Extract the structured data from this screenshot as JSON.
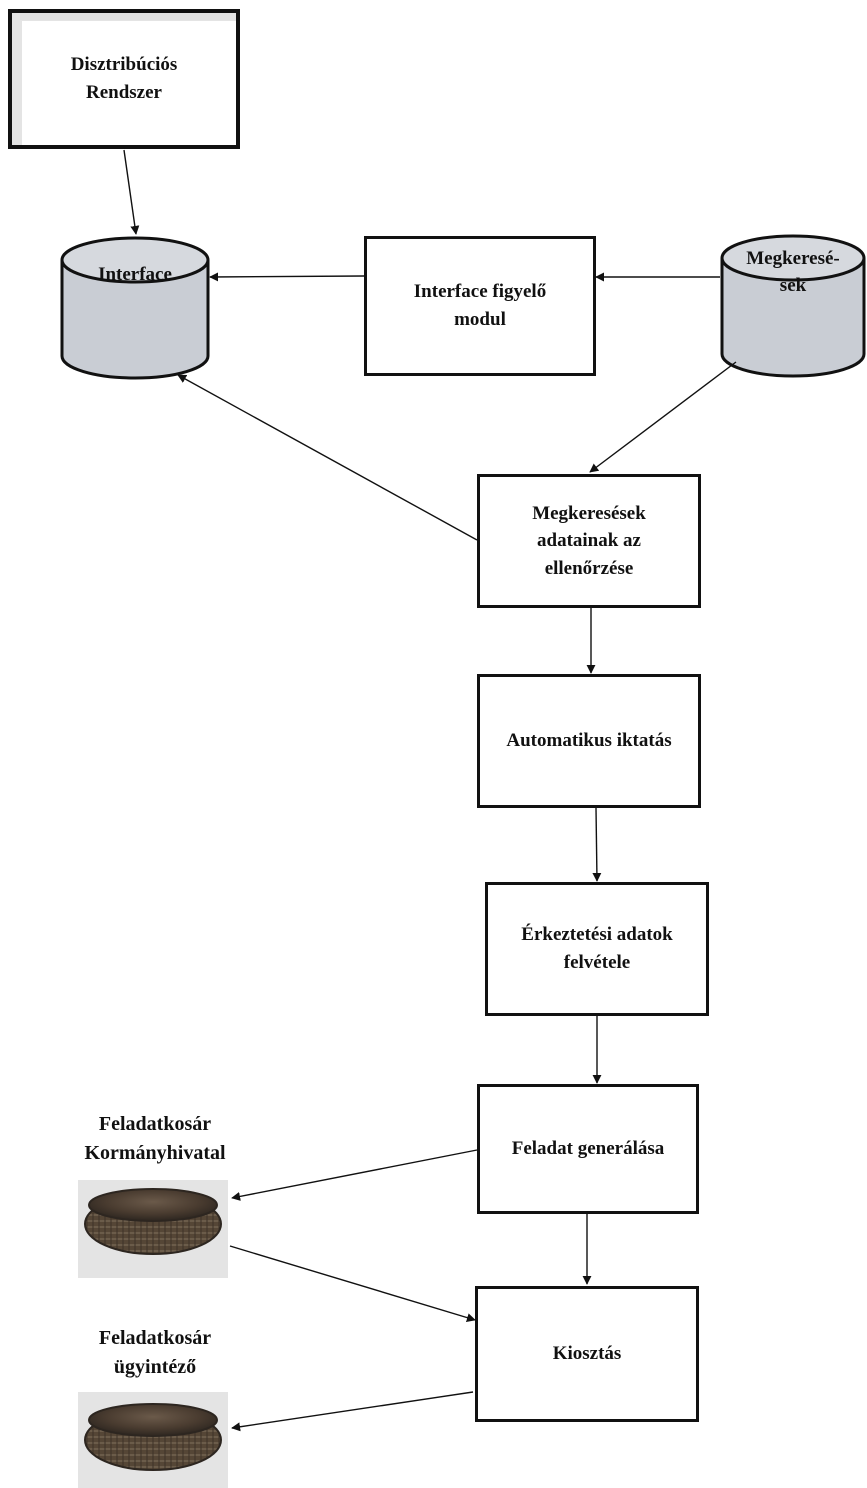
{
  "nodes": {
    "disztribucio": {
      "line1": "Disztribúciós",
      "line2": "Rendszer"
    },
    "interface_db": {
      "label": "Interface"
    },
    "figyelo": {
      "line1": "Interface figyelő",
      "line2": "modul"
    },
    "megkeresesek_db": {
      "line1": "Megkeresé-",
      "line2": "sek"
    },
    "ellenorzes": {
      "line1": "Megkeresések",
      "line2": "adatainak az",
      "line3": "ellenőrzése"
    },
    "iktatas": {
      "label": "Automatikus iktatás"
    },
    "erkeztetes": {
      "line1": "Érkeztetési adatok",
      "line2": "felvétele"
    },
    "feladat": {
      "label": "Feladat generálása"
    },
    "kiosztas": {
      "label": "Kiosztás"
    }
  },
  "baskets": {
    "hivatal": {
      "line1": "Feladatkosár",
      "line2": "Kormányhivatal"
    },
    "ugyintezo": {
      "line1": "Feladatkosár",
      "line2": "ügyintéző"
    }
  },
  "colors": {
    "line": "#111111",
    "cylinder": "#c9cdd4",
    "box_shadow": "#dcdcdc"
  }
}
